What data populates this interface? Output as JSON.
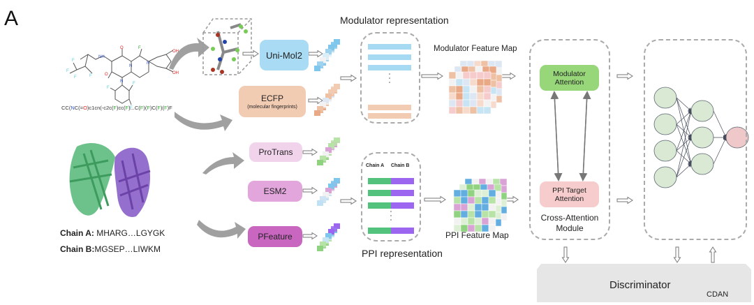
{
  "panel_label": "A",
  "modulator": {
    "smiles": [
      {
        "t": "CC(",
        "c": "#333333"
      },
      {
        "t": "N",
        "c": "#3355cc"
      },
      {
        "t": "C(=",
        "c": "#333333"
      },
      {
        "t": "O",
        "c": "#e02020"
      },
      {
        "t": ")c1cn(-c2c(",
        "c": "#333333"
      },
      {
        "t": "F",
        "c": "#33aa33"
      },
      {
        "t": ")cc(",
        "c": "#333333"
      },
      {
        "t": "F",
        "c": "#33aa33"
      },
      {
        "t": ")...C(",
        "c": "#333333"
      },
      {
        "t": "F",
        "c": "#33aa33"
      },
      {
        "t": ")(",
        "c": "#333333"
      },
      {
        "t": "F",
        "c": "#33aa33"
      },
      {
        "t": ")C(",
        "c": "#333333"
      },
      {
        "t": "F",
        "c": "#33aa33"
      },
      {
        "t": ")(",
        "c": "#333333"
      },
      {
        "t": "F",
        "c": "#33aa33"
      },
      {
        "t": ")F",
        "c": "#333333"
      }
    ],
    "encoders": [
      {
        "label": "Uni-Mol2",
        "sublabel": "",
        "color": "#a9dbf5"
      },
      {
        "label": "ECFP",
        "sublabel": "(molecular fingerprints)",
        "color": "#f2cbb3"
      }
    ],
    "representation_title": "Modulator representation",
    "feature_map_title": "Modulator Feature Map"
  },
  "ppi": {
    "chain_a_label": "Chain A:",
    "chain_a_seq": " MHARG…LGYGK",
    "chain_b_label": "Chain B:",
    "chain_b_seq": "MGSEP…LIWKM",
    "encoders": [
      {
        "label": "ProTrans",
        "color": "#f1d3ec"
      },
      {
        "label": "ESM2",
        "color": "#e2a6dc"
      },
      {
        "label": "PFeature",
        "color": "#c966c0"
      }
    ],
    "rep_header_a": "Chain A",
    "rep_header_b": "Chain B",
    "representation_title": "PPI representation",
    "feature_map_title": "PPI Feature Map"
  },
  "cross_attention": {
    "modulator_attention": [
      "Modulator",
      "Attention"
    ],
    "ppi_attention": [
      "PPI Target",
      "Attention"
    ],
    "module_title": [
      "Cross-Attention",
      "Module"
    ],
    "modulator_color": "#97d77a",
    "ppi_color": "#f6cdcc"
  },
  "network": {
    "layers": [
      4,
      3,
      1
    ],
    "hidden_color": "#dae9d3",
    "output_color": "#efc9c9"
  },
  "discriminator": {
    "label": "Discriminator",
    "sublabel": "CDAN",
    "color": "#e6e6e6"
  },
  "colors": {
    "uni_bars": "#a6d9f2",
    "ecfp_bars": "#f2cbb3",
    "chain_a": "#52c27c",
    "chain_b": "#9d66f0"
  }
}
